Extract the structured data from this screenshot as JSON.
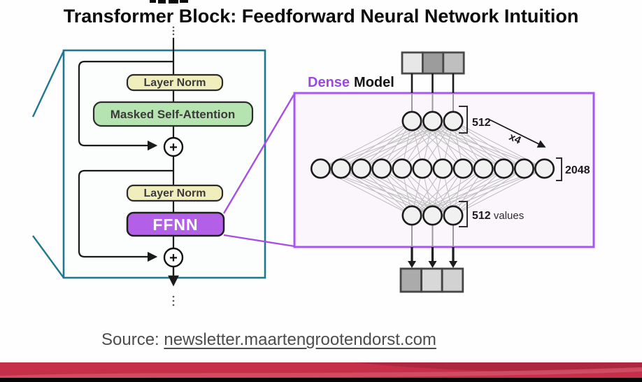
{
  "title": "Transformer Block: Feedforward Neural Network Intuition",
  "transformer_block": {
    "layer_norm_top": "Layer Norm",
    "masked_self_attention": "Masked Self-Attention",
    "layer_norm_bottom": "Layer Norm",
    "ffnn": "FFNN",
    "residual_plus_top": "+",
    "residual_plus_bottom": "+"
  },
  "dense_model": {
    "label_dense": "Dense",
    "label_model": "Model",
    "input_size_label": "512",
    "expansion_label": "x4",
    "hidden_size_label": "2048",
    "output_size_label": "512",
    "output_size_suffix": " values",
    "top_neurons": 3,
    "hidden_neurons": 12,
    "bottom_neurons": 3
  },
  "source": {
    "prefix": "Source: ",
    "link_text": "newsletter.maartengrootendorst.com"
  },
  "colors": {
    "teal_border": "#20788f",
    "layer_norm_fill": "#f1eebd",
    "attention_fill": "#b6e4b0",
    "ffnn_fill": "#b45fe8",
    "dense_border": "#a855f7",
    "dense_fill": "#fbf6fc",
    "banner_red": "#c62f49",
    "banner_red_dark": "#ae2740",
    "banner_red_light": "#d4566c",
    "top_tokens": [
      "#e7e7e7",
      "#9c9c9c",
      "#bfbfbf"
    ],
    "bottom_tokens": [
      "#ababab",
      "#d8d8d8",
      "#d2d2d2"
    ]
  }
}
